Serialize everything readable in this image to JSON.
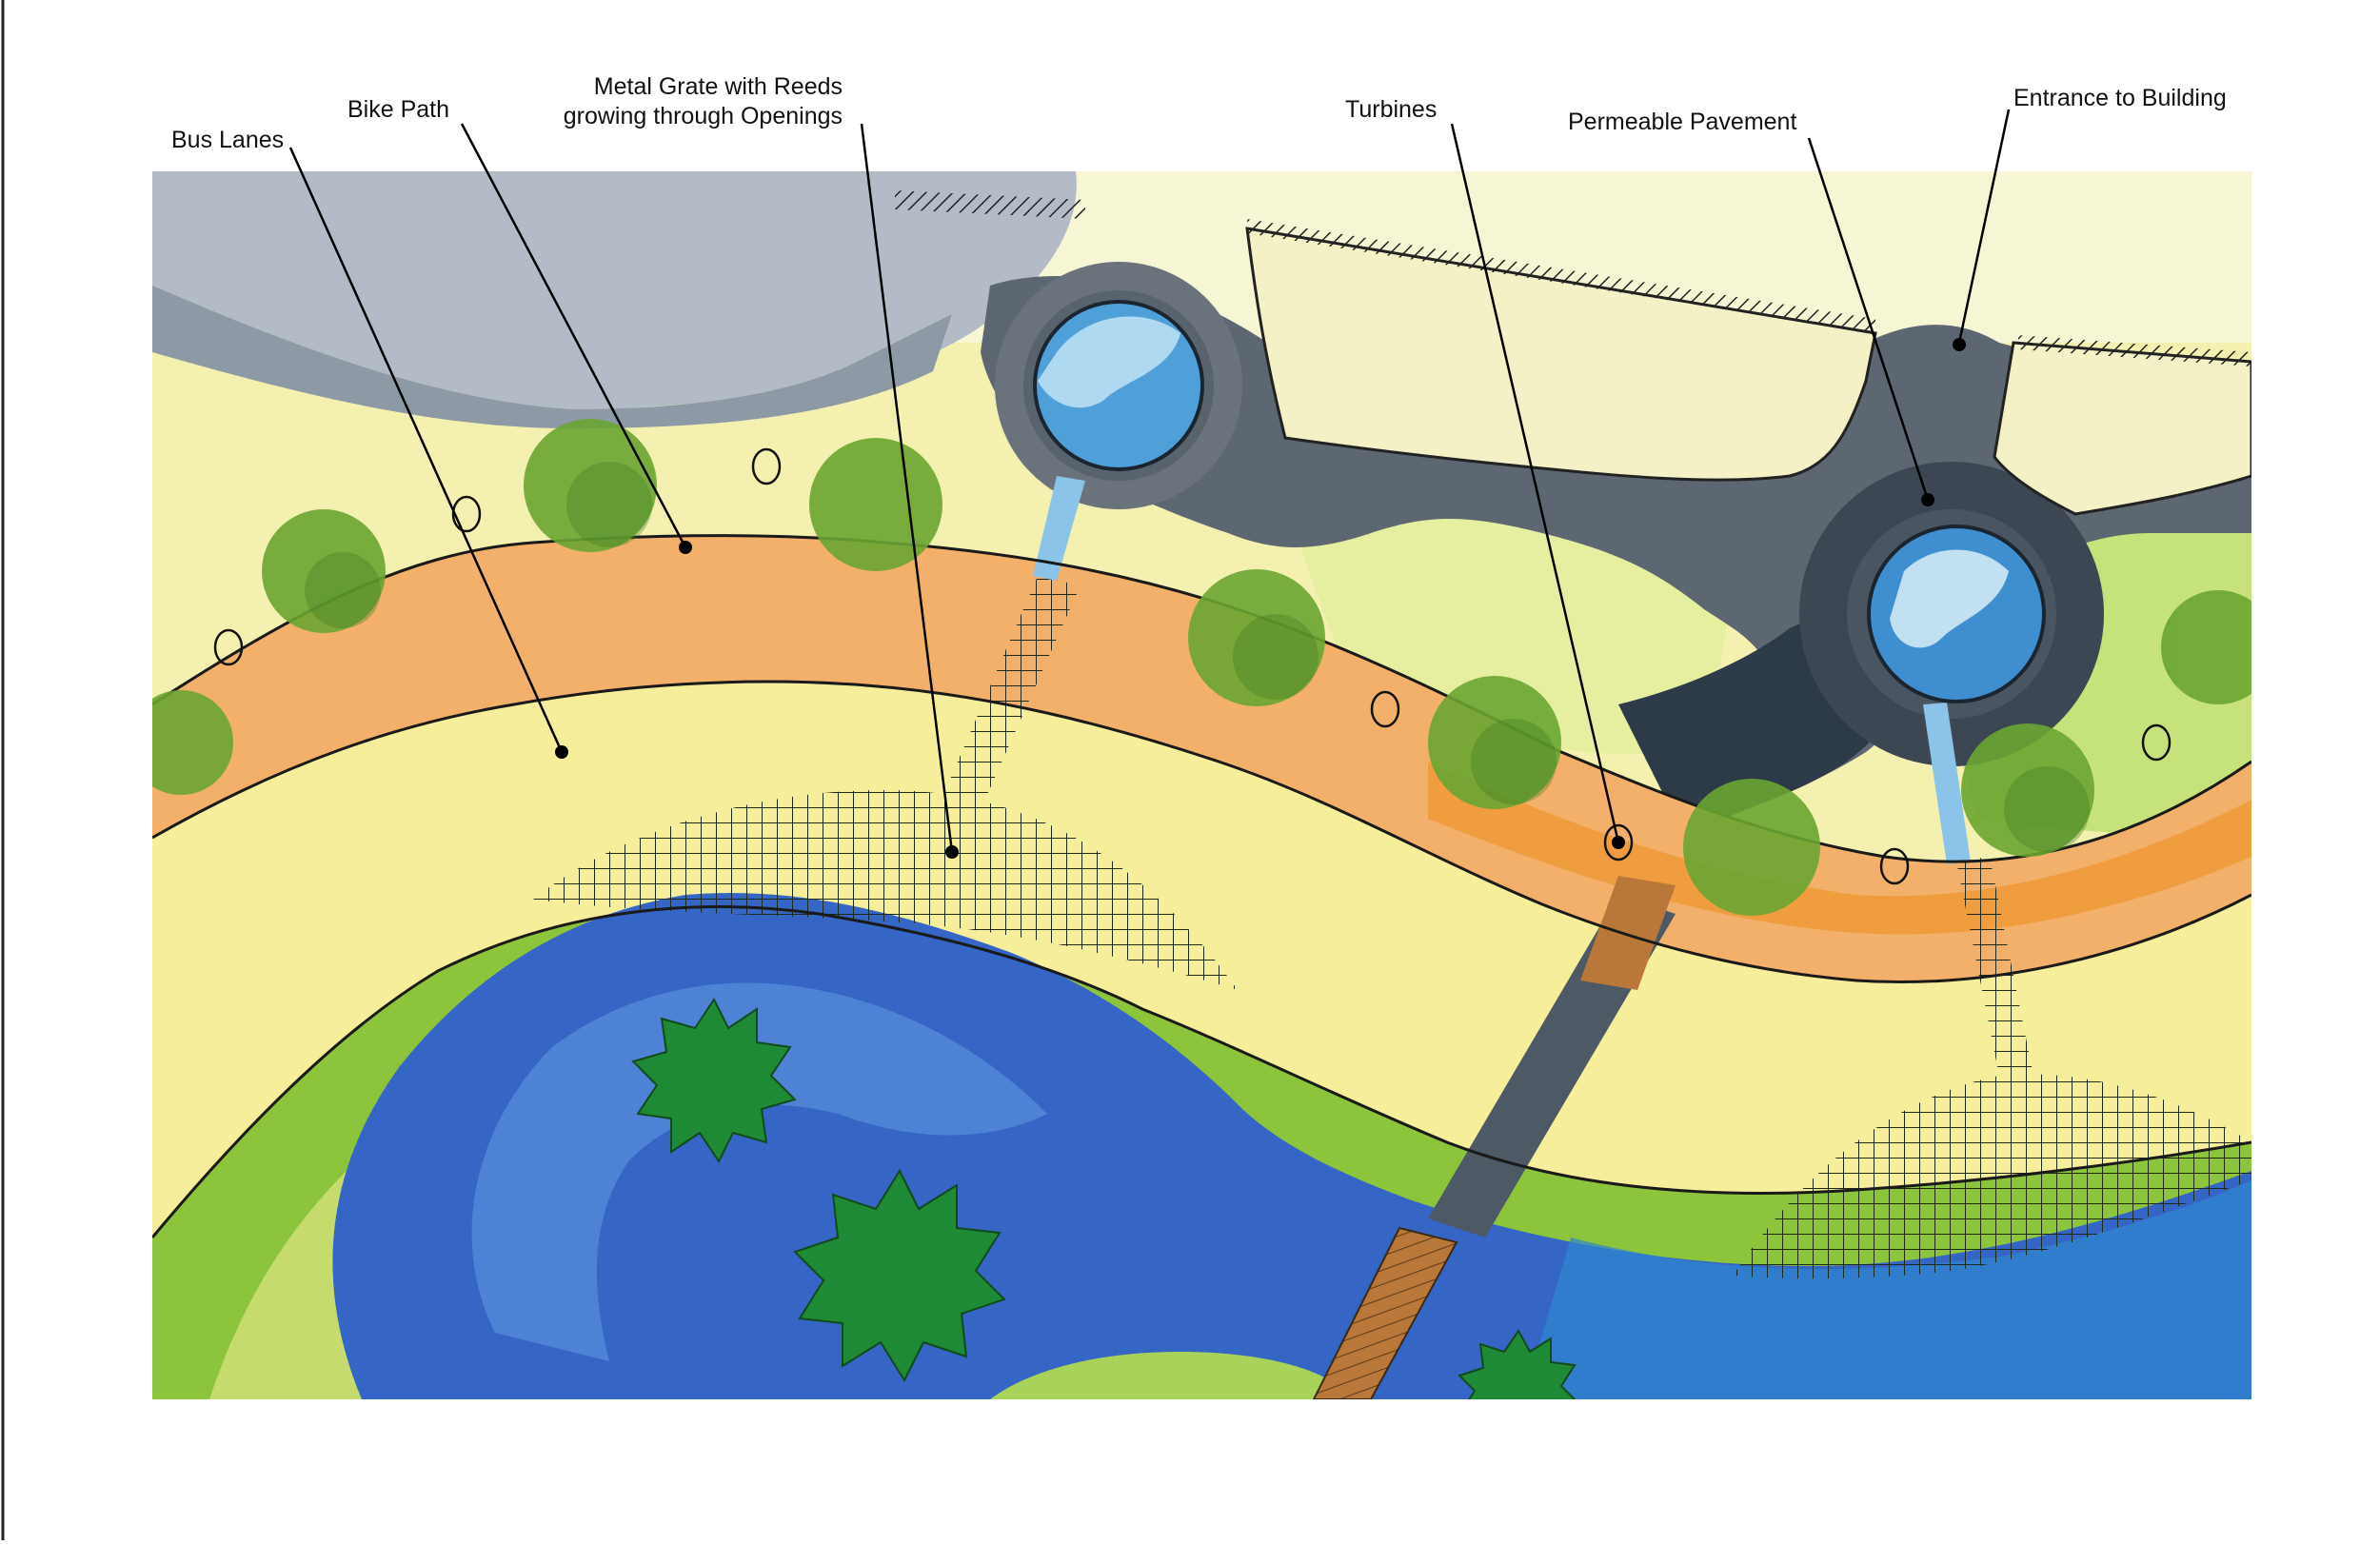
{
  "labels": {
    "bus_lanes": "Bus Lanes",
    "bike_path": "Bike Path",
    "grate_line1": "Metal  Grate with Reeds",
    "grate_line2": "growing  through Openings",
    "turbines": "Turbines",
    "permeable_pavement": "Permeable Pavement",
    "entrance": "Entrance to Building"
  },
  "colors": {
    "water": "#2f62c4",
    "water_light": "#4f8ad8",
    "grass": "#7fbf3a",
    "grass_dark": "#3f8a2a",
    "path_yellow": "#f6ee9a",
    "bike_orange": "#f0a040",
    "road_gray": "#59636d",
    "sky_gray": "#b3bcc6",
    "tree": "#5f9a2f",
    "pond_tree": "#1f8a35",
    "turbine_blue": "#4fa0d8",
    "boardwalk": "#b9783a"
  }
}
